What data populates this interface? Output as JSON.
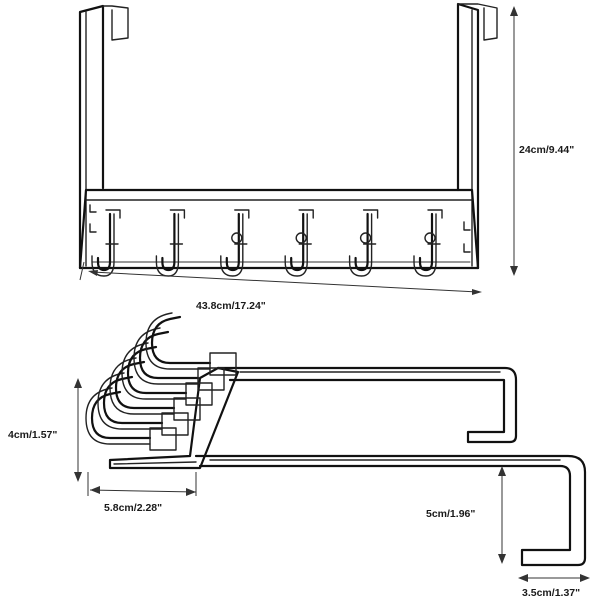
{
  "diagram": {
    "front_view": {
      "width_label": "43.8cm/17.24\"",
      "height_label": "24cm/9.44\"",
      "hook_count": 6
    },
    "side_view": {
      "hook_depth_label": "4cm/1.57\"",
      "base_width_label": "5.8cm/2.28\"",
      "door_drop_label": "5cm/1.96\"",
      "door_gap_label": "3.5cm/1.37\""
    }
  }
}
